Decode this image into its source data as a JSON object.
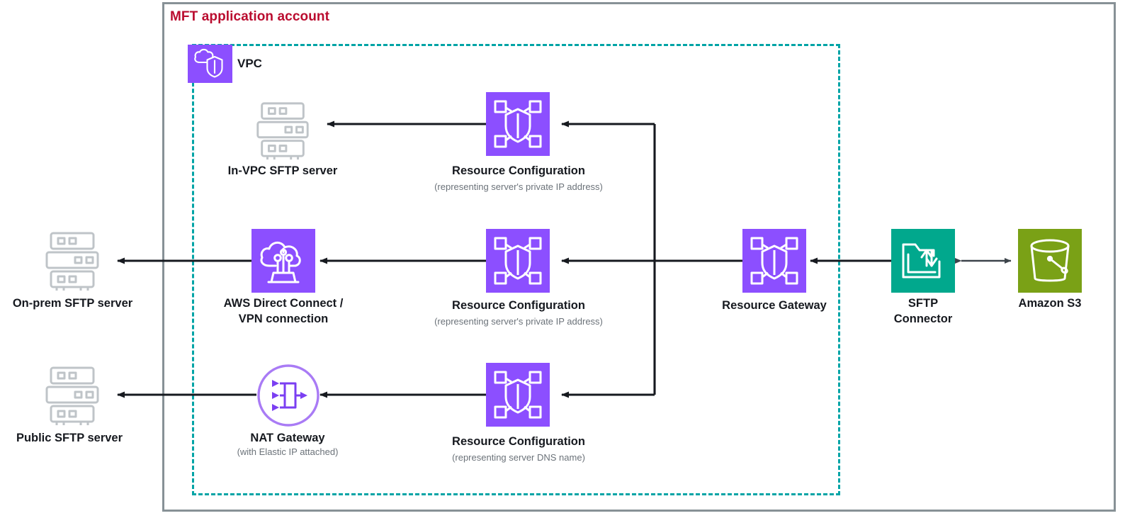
{
  "diagram": {
    "type": "aws-architecture",
    "account": {
      "title": "MFT application account",
      "title_color": "#BA0C2F",
      "border_color": "#879196"
    },
    "vpc": {
      "label": "VPC",
      "border_color": "#00A4A6",
      "badge_color": "#8C4FFF",
      "badge_icon": "vpc-cloud-shield-icon"
    },
    "palette": {
      "purple": "#8C4FFF",
      "teal": "#01A88D",
      "green": "#7AA116",
      "gray_outline": "#BFC4C8",
      "line": "#16191f"
    },
    "nodes": [
      {
        "id": "on-prem-sftp-server",
        "label": "On-prem SFTP server",
        "sub": "",
        "icon": "server-rack-icon",
        "style": "outline"
      },
      {
        "id": "public-sftp-server",
        "label": "Public SFTP server",
        "sub": "",
        "icon": "server-rack-icon",
        "style": "outline"
      },
      {
        "id": "in-vpc-sftp-server",
        "label": "In-VPC SFTP server",
        "sub": "",
        "icon": "server-rack-icon",
        "style": "outline"
      },
      {
        "id": "direct-connect-vpn",
        "label": "AWS Direct Connect /\nVPN connection",
        "sub": "",
        "icon": "direct-connect-cloud-icon",
        "style": "purple"
      },
      {
        "id": "nat-gateway",
        "label": "NAT Gateway",
        "sub": "(with Elastic IP attached)",
        "icon": "nat-gateway-icon",
        "style": "purple-circle"
      },
      {
        "id": "resource-config-top",
        "label": "Resource Configuration",
        "sub": "(representing server's private IP address)",
        "icon": "resource-configuration-icon",
        "style": "purple"
      },
      {
        "id": "resource-config-mid",
        "label": "Resource Configuration",
        "sub": "(representing server's private IP address)",
        "icon": "resource-configuration-icon",
        "style": "purple"
      },
      {
        "id": "resource-config-bottom",
        "label": "Resource Configuration",
        "sub": "(representing server DNS name)",
        "icon": "resource-configuration-icon",
        "style": "purple"
      },
      {
        "id": "resource-gateway",
        "label": "Resource Gateway",
        "sub": "",
        "icon": "resource-gateway-icon",
        "style": "purple"
      },
      {
        "id": "sftp-connector",
        "label": "SFTP\nConnector",
        "sub": "",
        "icon": "sftp-connector-icon",
        "style": "teal"
      },
      {
        "id": "amazon-s3",
        "label": "Amazon S3",
        "sub": "",
        "icon": "s3-bucket-icon",
        "style": "green"
      }
    ],
    "connections": [
      {
        "from": "resource-config-top",
        "to": "in-vpc-sftp-server",
        "arrow": "single"
      },
      {
        "from": "resource-config-mid",
        "to": "direct-connect-vpn",
        "arrow": "single"
      },
      {
        "from": "direct-connect-vpn",
        "to": "on-prem-sftp-server",
        "arrow": "single"
      },
      {
        "from": "resource-config-bottom",
        "to": "nat-gateway",
        "arrow": "single"
      },
      {
        "from": "nat-gateway",
        "to": "public-sftp-server",
        "arrow": "single"
      },
      {
        "from": "resource-gateway",
        "to": "resource-config-top",
        "arrow": "single"
      },
      {
        "from": "resource-gateway",
        "to": "resource-config-mid",
        "arrow": "single"
      },
      {
        "from": "resource-gateway",
        "to": "resource-config-bottom",
        "arrow": "single"
      },
      {
        "from": "sftp-connector",
        "to": "resource-gateway",
        "arrow": "single"
      },
      {
        "from": "sftp-connector",
        "to": "amazon-s3",
        "arrow": "double"
      }
    ]
  }
}
